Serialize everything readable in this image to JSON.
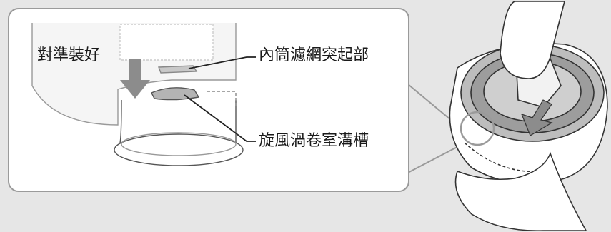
{
  "labels": {
    "align": "對準裝好",
    "filter_protrusion": "內筒濾網突起部",
    "cyclone_groove": "旋風渦卷室溝槽"
  },
  "colors": {
    "background": "#e6e6e6",
    "callout_fill": "#ffffff",
    "callout_border": "#9a9a9a",
    "arrow_gray": "#8c8c8c",
    "part_gray": "#b4b4b4",
    "line_dark": "#333333"
  },
  "icons": [
    "down-arrow-icon",
    "hand-icon",
    "rotate-arrow-icon"
  ]
}
